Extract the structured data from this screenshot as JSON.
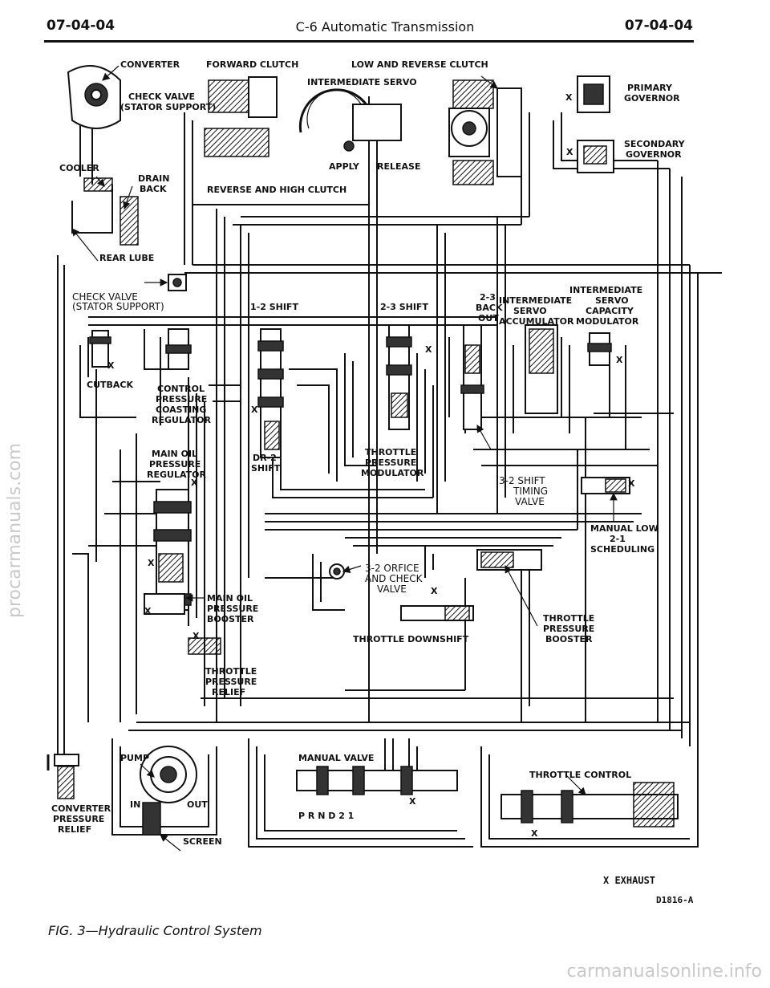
{
  "header": {
    "page_left": "07-04-04",
    "title": "C-6 Automatic Transmission",
    "page_right": "07-04-04"
  },
  "labels": {
    "converter": "CONVERTER",
    "check_valve_top_1": "CHECK VALVE",
    "check_valve_top_2": "(STATOR SUPPORT)",
    "forward_clutch": "FORWARD CLUTCH",
    "low_reverse_clutch": "LOW AND REVERSE CLUTCH",
    "intermediate_servo": "INTERMEDIATE SERVO",
    "primary_governor_1": "PRIMARY",
    "primary_governor_2": "GOVERNOR",
    "secondary_governor_1": "SECONDARY",
    "secondary_governor_2": "GOVERNOR",
    "cooler": "COOLER",
    "drain_back_1": "DRAIN",
    "drain_back_2": "BACK",
    "apply": "APPLY",
    "release": "RELEASE",
    "reverse_high_clutch": "REVERSE AND HIGH CLUTCH",
    "rear_lube": "REAR LUBE",
    "check_valve_mid_1": "CHECK VALVE",
    "check_valve_mid_2": "(STATOR SUPPORT)",
    "shift_12": "1-2 SHIFT",
    "shift_23": "2-3 SHIFT",
    "backout_1": "2-3",
    "backout_2": "BACK",
    "backout_3": "OUT",
    "int_servo_acc_1": "INTERMEDIATE",
    "int_servo_acc_2": "SERVO",
    "int_servo_acc_3": "ACCUMULATOR",
    "int_servo_cap_1": "INTERMEDIATE",
    "int_servo_cap_2": "SERVO",
    "int_servo_cap_3": "CAPACITY",
    "int_servo_cap_4": "MODULATOR",
    "cutback": "CUTBACK",
    "control_pressure_1": "CONTROL",
    "control_pressure_2": "PRESSURE",
    "control_pressure_3": "COASTING",
    "control_pressure_4": "REGULATOR",
    "main_oil_reg_1": "MAIN OIL",
    "main_oil_reg_2": "PRESSURE",
    "main_oil_reg_3": "REGULATOR",
    "dr2_1": "DR-2",
    "dr2_2": "SHIFT",
    "throttle_mod_1": "THROTTLE",
    "throttle_mod_2": "PRESSURE",
    "throttle_mod_3": "MODULATOR",
    "timing_1": "3-2 SHIFT",
    "timing_2": "TIMING",
    "timing_3": "VALVE",
    "manual_low_1": "MANUAL LOW",
    "manual_low_2": "2-1",
    "manual_low_3": "SCHEDULING",
    "orifice_1": "3-2 ORFICE",
    "orifice_2": "AND CHECK",
    "orifice_3": "VALVE",
    "main_booster_1": "MAIN OIL",
    "main_booster_2": "PRESSURE",
    "main_booster_3": "BOOSTER",
    "throttle_downshift": "THROTTLE DOWNSHIFT",
    "throttle_booster_1": "THROTTLE",
    "throttle_booster_2": "PRESSURE",
    "throttle_booster_3": "BOOSTER",
    "throttle_relief_1": "THROTTLE",
    "throttle_relief_2": "PRESSURE",
    "throttle_relief_3": "RELIEF",
    "pump": "PUMP",
    "in": "IN",
    "out": "OUT",
    "screen": "SCREEN",
    "manual_valve": "MANUAL VALVE",
    "prnd21": "P R N D 2 1",
    "throttle_control": "THROTTLE CONTROL",
    "conv_relief_1": "CONVERTER",
    "conv_relief_2": "PRESSURE",
    "conv_relief_3": "RELIEF",
    "x_mark": "X"
  },
  "footer": {
    "exhaust": "X EXHAUST",
    "code": "D1816-A",
    "caption": "FIG. 3—Hydraulic Control System"
  },
  "watermarks": {
    "side": "procarmanuals.com",
    "bottom": "carmanualsonline.info"
  }
}
